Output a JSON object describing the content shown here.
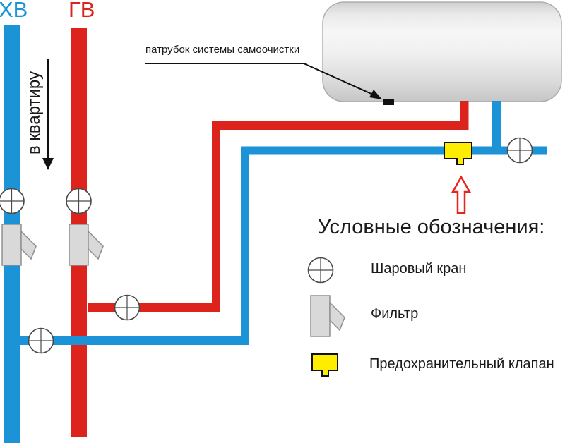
{
  "diagram": {
    "labels": {
      "cold_supply": "ХВ",
      "hot_supply": "ГВ",
      "to_apartment": "в квартиру",
      "nozzle_callout": "патрубок системы самоочистки"
    },
    "legend": {
      "title": "Условные обозначения:",
      "items": [
        {
          "icon": "ball-valve-icon",
          "label": "Шаровый кран"
        },
        {
          "icon": "filter-icon",
          "label": "Фильтр"
        },
        {
          "icon": "safety-valve-icon",
          "label": "Предохранительный клапан"
        }
      ]
    }
  },
  "colors": {
    "cold_water_blue": "#1b93d6",
    "hot_water_red": "#dd241c",
    "valve_yellow": "#ffed00",
    "filter_gray": "#d9d9d9",
    "filter_border": "#8f8f8f",
    "valve_outline": "#4a4a4a",
    "arrow_red": "#e8241c",
    "text_black": "#1a1a1a",
    "boiler_border": "#adadad",
    "line_black": "#111111"
  }
}
